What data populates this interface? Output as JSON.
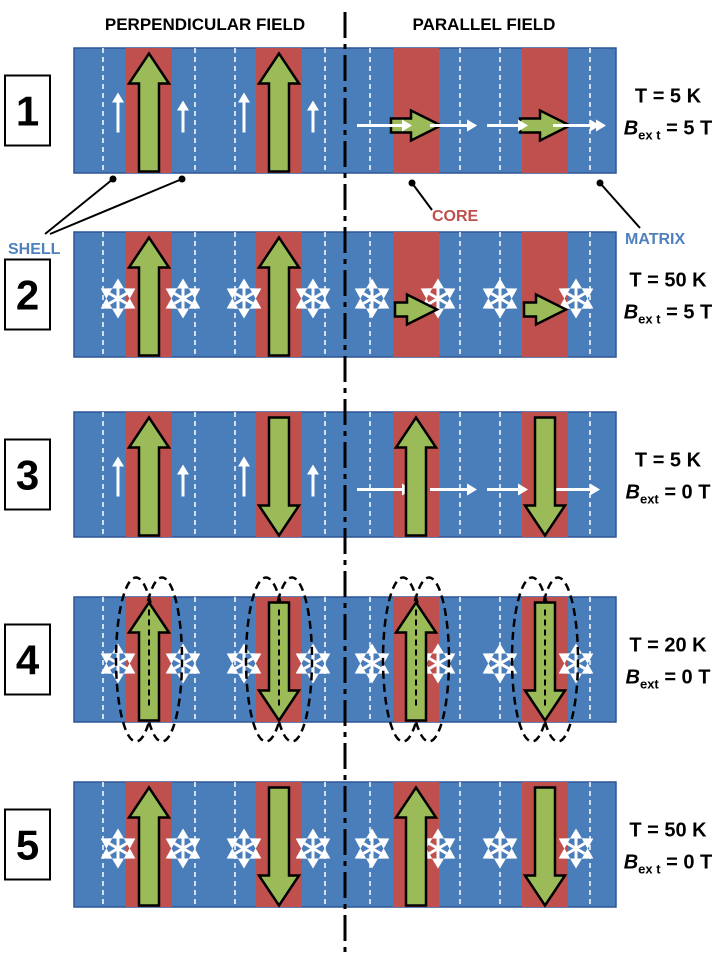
{
  "headers": {
    "perpendicular": "PERPENDICULAR FIELD",
    "parallel": "PARALLEL FIELD"
  },
  "labels": {
    "shell": "SHELL",
    "core": "CORE",
    "matrix": "MATRIX"
  },
  "colors": {
    "matrix": "#4A7EBB",
    "core": "#C0504D",
    "moment": "#9BBB59",
    "shell_label": "#4F81BD",
    "core_label": "#C0504D",
    "matrix_label": "#4F81BD"
  },
  "rows": [
    {
      "number": "1",
      "temperature": "T = 5 K",
      "field": "= 5 T",
      "field_prefix": "B",
      "field_subscript": "ex t",
      "core_moments": [
        "up",
        "up",
        "right",
        "right"
      ],
      "shell_spins": "aligned",
      "disordered_shell": false
    },
    {
      "number": "2",
      "temperature": "T = 50 K",
      "field": "= 5 T",
      "field_prefix": "B",
      "field_subscript": "ex t",
      "core_moments": [
        "up",
        "up",
        "right",
        "right"
      ],
      "shell_spins": "paramagnetic",
      "disordered_shell": false
    },
    {
      "number": "3",
      "temperature": "T = 5 K",
      "field": "= 0 T",
      "field_prefix": "B",
      "field_subscript": "ext",
      "core_moments": [
        "up",
        "down",
        "up",
        "down"
      ],
      "shell_spins": "aligned",
      "disordered_shell": false
    },
    {
      "number": "4",
      "temperature": "T = 20 K",
      "field": "= 0 T",
      "field_prefix": "B",
      "field_subscript": "ext",
      "core_moments": [
        "up",
        "down",
        "up",
        "down"
      ],
      "shell_spins": "paramagnetic",
      "disordered_shell": true
    },
    {
      "number": "5",
      "temperature": "T = 50 K",
      "field": "= 0 T",
      "field_prefix": "B",
      "field_subscript": "ex t",
      "core_moments": [
        "up",
        "down",
        "up",
        "down"
      ],
      "shell_spins": "paramagnetic",
      "disordered_shell": false
    }
  ]
}
